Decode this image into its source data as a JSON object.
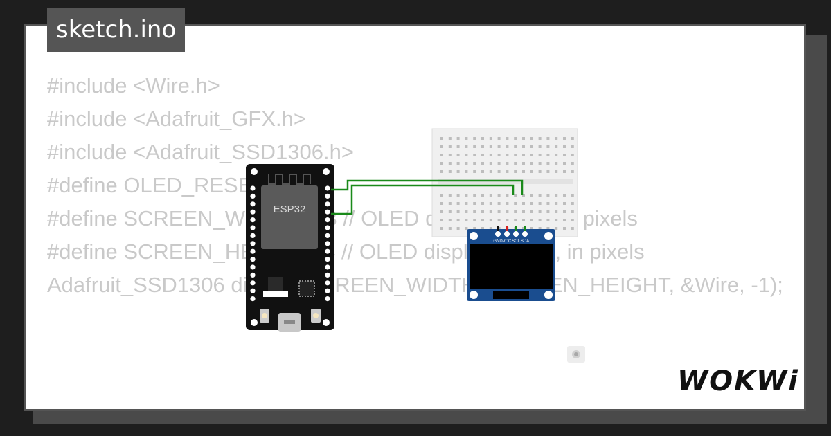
{
  "tab": {
    "filename": "sketch.ino"
  },
  "code_lines": [
    "#include <Wire.h>",
    "#include <Adafruit_GFX.h>",
    "#include <Adafruit_SSD1306.h>",
    "#define OLED_RESET",
    "#define SCREEN_WIDTH 128 // OLED display width, in pixels",
    "#define SCREEN_HEIGHT 64 // OLED display height, in pixels",
    "Adafruit_SSD1306 display(SCREEN_WIDTH, SCREEN_HEIGHT, &Wire, -1);"
  ],
  "esp32": {
    "label": "ESP32"
  },
  "oled": {
    "pins": [
      "GND",
      "VCC",
      "SCL",
      "SDA"
    ]
  },
  "brand": {
    "logo": "WOKWi"
  },
  "colors": {
    "wire": "#1a8a1a",
    "board": "#111111",
    "oled_blue": "#1a4d8f",
    "code_text": "#c9c9c9",
    "tab_bg": "#555555"
  }
}
